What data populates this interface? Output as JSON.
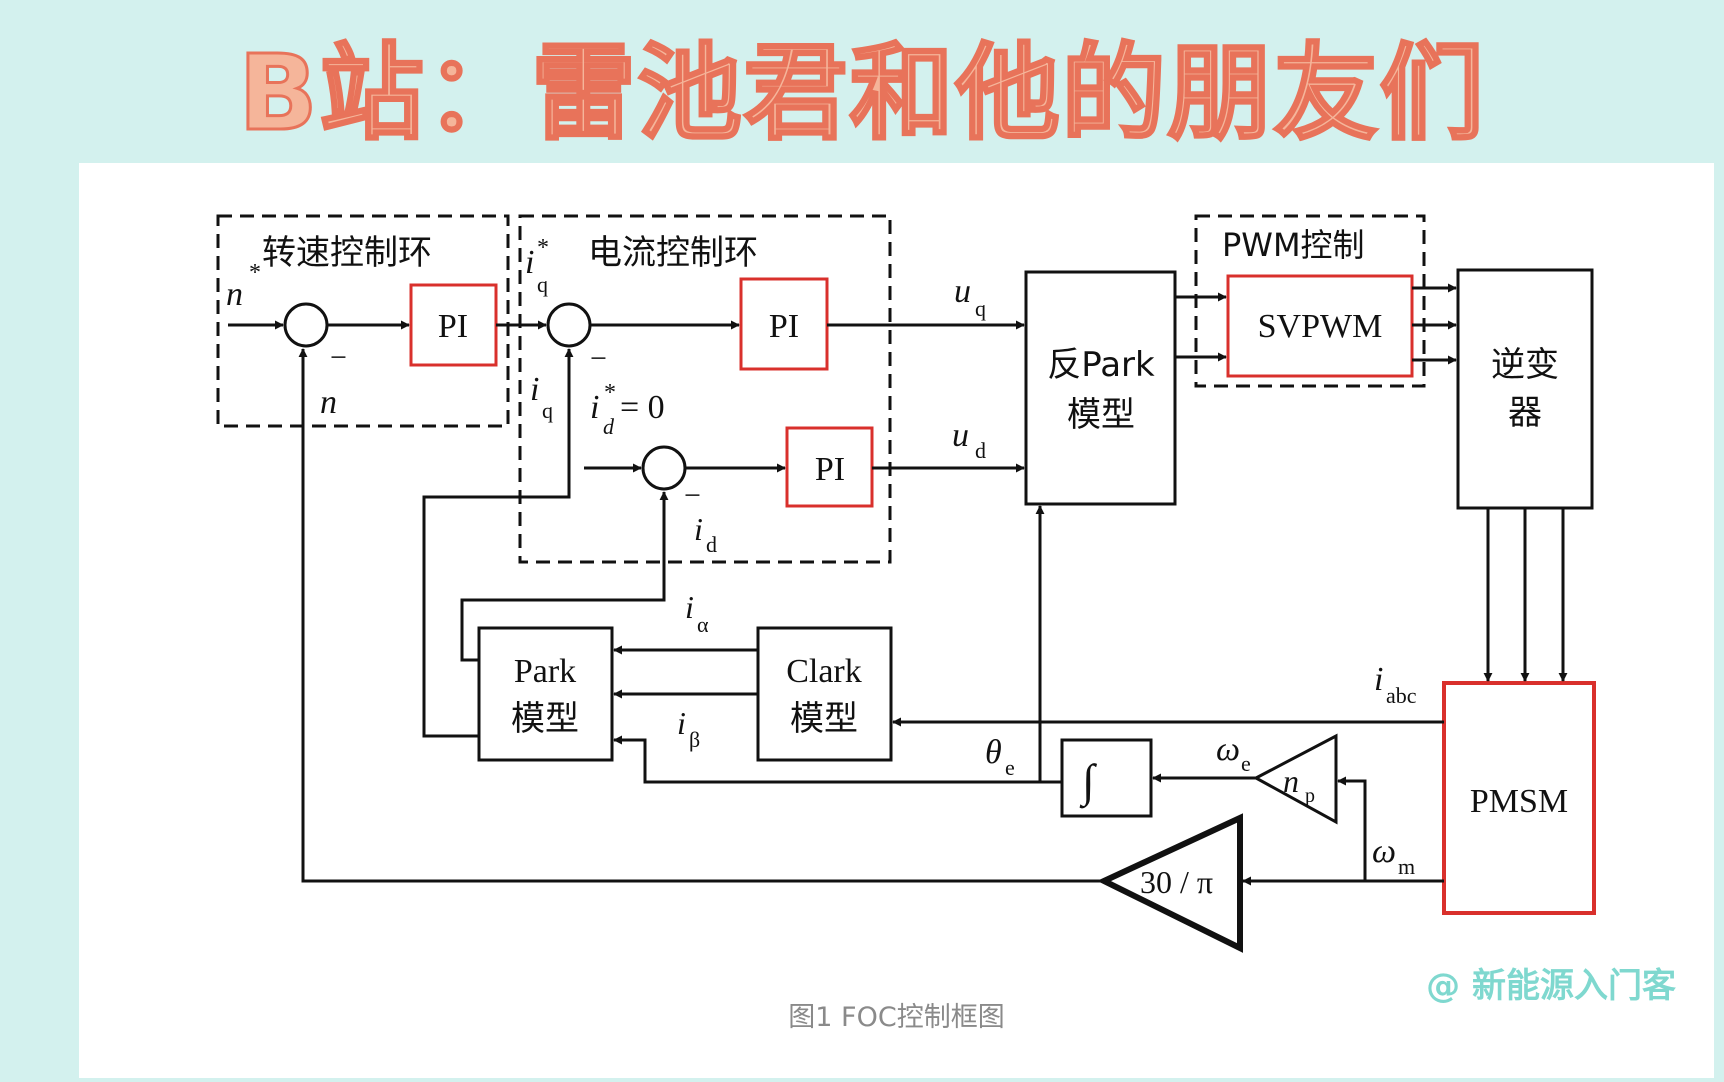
{
  "banner": {
    "title": "B站：雷池君和他的朋友们"
  },
  "diagram": {
    "speed_loop_label": "转速控制环",
    "current_loop_label": "电流控制环",
    "pwm_label": "PWM控制",
    "pi_label": "PI",
    "svpwm_label": "SVPWM",
    "inv_park": [
      "反Park",
      "模型"
    ],
    "inverter": [
      "逆变",
      "器"
    ],
    "park": [
      "Park",
      "模型"
    ],
    "clark": [
      "Clark",
      "模型"
    ],
    "pmsm": "PMSM",
    "integrator": "∫",
    "gain_np": "n",
    "gain_np_sub": "p",
    "gain_30": "30 / π",
    "minus": "−",
    "signals": {
      "n_ref": "n",
      "n_ref_sup": "*",
      "n": "n",
      "iq_ref": "i",
      "iq_ref_sup": "*",
      "iq_ref_sub": "q",
      "iq": "i",
      "iq_sub": "q",
      "id_ref": "i",
      "id_ref_sup": "*",
      "id_ref_sub": "d",
      "id_ref_eq": " = 0",
      "id": "i",
      "id_sub": "d",
      "uq": "u",
      "uq_sub": "q",
      "ud": "u",
      "ud_sub": "d",
      "ialpha": "i",
      "ialpha_sub": "α",
      "ibeta": "i",
      "ibeta_sub": "β",
      "iabc": "i",
      "iabc_sub": "abc",
      "theta": "θ",
      "theta_sub": "e",
      "omega_e": "ω",
      "omega_e_sub": "e",
      "omega_m": "ω",
      "omega_m_sub": "m"
    }
  },
  "caption": "图1 FOC控制框图",
  "watermark": "@ 新能源入门客",
  "colors": {
    "highlight_red": "#d9302c",
    "banner_fill": "#f5b59a",
    "background": "#d3f1ee"
  }
}
